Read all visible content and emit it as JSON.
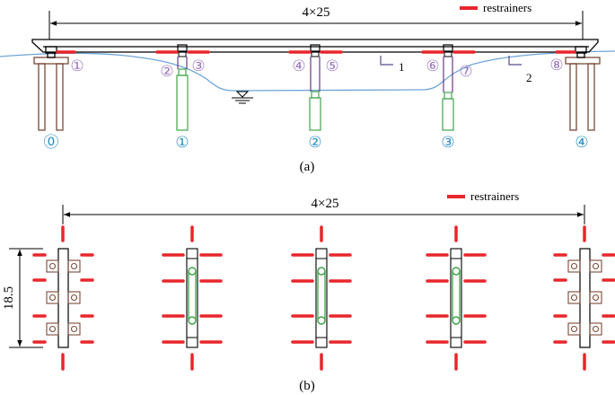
{
  "elevation": {
    "span_label": "4×25",
    "legend_label": "restrainers",
    "caption": "(a)",
    "pier_labels": [
      "⓪",
      "①",
      "②",
      "③",
      "④"
    ],
    "restrainer_labels": [
      "①",
      "②",
      "③",
      "④",
      "⑤",
      "⑥",
      "⑦",
      "⑧"
    ],
    "section_marks": [
      "1",
      "2"
    ]
  },
  "plan": {
    "span_label": "4×25",
    "legend_label": "restrainers",
    "width_label": "18.5",
    "caption": "(b)"
  },
  "colors": {
    "restrainer": "#e8262b",
    "pier_green": "#3fa54a",
    "abutment_brown": "#7a4a38",
    "pier_label_blue": "#2a8fc1",
    "restrainer_label_purple": "#9b77c4",
    "water_line": "#6ea6d8",
    "connector_purple": "#6b3a86",
    "section_mark": "#5b4a8c"
  }
}
